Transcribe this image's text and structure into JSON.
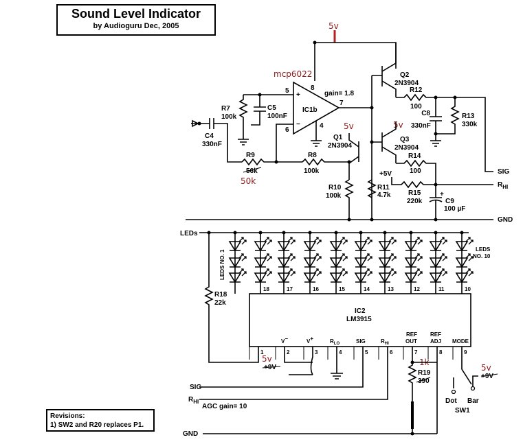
{
  "title": "Sound Level Indicator",
  "subtitle": "by Audioguru Dec, 2005",
  "revisions": {
    "heading": "Revisions:",
    "line1": "1) SW2 and R20 replaces P1."
  },
  "supply_top": "5v",
  "opamp": {
    "part": "mcp6022",
    "name": "IC1b",
    "gain": "gain= 1.8",
    "pin5": "5",
    "pin6": "6",
    "pin7": "7",
    "pin8": "8",
    "pin4": "4",
    "plus": "+",
    "minus": "−"
  },
  "components": {
    "r7": "R7",
    "r7v": "100k",
    "c5": "C5",
    "c5v": "100nF",
    "c4": "C4",
    "c4v": "330nF",
    "r9": "R9",
    "r9v": "56k",
    "r9new": "50k",
    "r8": "R8",
    "r8v": "100k",
    "r10": "R10",
    "r10v": "100k",
    "r11": "R11",
    "r11v": "4.7k",
    "q1": "Q1",
    "q1v": "2N3904",
    "q1s": "5v",
    "q2": "Q2",
    "q2v": "2N3904",
    "q3": "Q3",
    "q3v": "2N3904",
    "q3s": "5v",
    "r12": "R12",
    "r12v": "100",
    "c8": "C8",
    "c8v": "330nF",
    "r13": "R13",
    "r13v": "330k",
    "r14": "R14",
    "r14v": "100",
    "r15": "R15",
    "r15v": "220k",
    "r15s": "+5V",
    "c9": "C9",
    "c9v": "100 µF",
    "c9p": "+",
    "r18": "R18",
    "r18v": "22k",
    "r19": "R19",
    "r19v": "390",
    "r19new": "1k"
  },
  "nets": {
    "sig": "SIG",
    "rhi": "R",
    "rhi_sub": "HI",
    "gnd": "GND",
    "leds": "LEDs"
  },
  "leds": {
    "no1": "LEDS NO. 1",
    "no10_a": "LEDS",
    "no10_b": "NO. 10",
    "pins": [
      "1",
      "18",
      "17",
      "16",
      "15",
      "14",
      "13",
      "12",
      "11",
      "10"
    ]
  },
  "ic2": {
    "name": "IC2",
    "part": "LM3915",
    "pins": [
      "1",
      "2",
      "3",
      "4",
      "5",
      "6",
      "7",
      "8",
      "9"
    ],
    "v_minus": "V",
    "v_plus": "V",
    "rlo": "R",
    "rlo_sub": "LO",
    "sig": "SIG",
    "rhi": "R",
    "rhi_sub": "HI",
    "refout_a": "REF",
    "refout_b": "OUT",
    "refadj_a": "REF",
    "refadj_b": "ADJ",
    "mode": "MODE"
  },
  "supply_9v_old": "+9V",
  "supply_9v_new": "5v",
  "sw1": {
    "name": "SW1",
    "dot": "Dot",
    "bar": "Bar",
    "supply_new": "5v",
    "supply_old": "+9V"
  },
  "agc": "AGC gain= 10",
  "bottom_sig": "SIG",
  "bottom_rhi": "R",
  "bottom_rhi_sub": "HI",
  "bottom_gnd": "GND"
}
